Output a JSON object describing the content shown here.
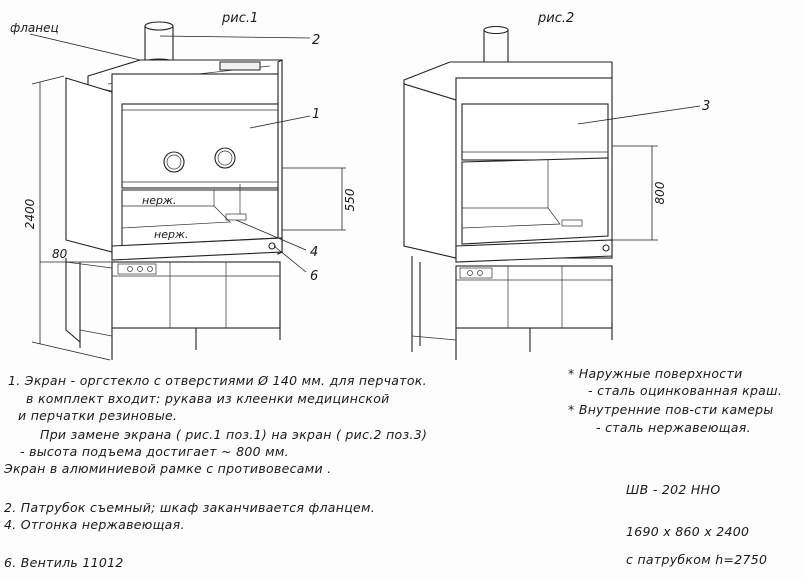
{
  "figure_labels": {
    "fig1": "рис.1",
    "fig2": "рис.2"
  },
  "callouts": {
    "flanges": "фланец",
    "c1": "1",
    "c2": "2",
    "c3": "3",
    "c4": "4",
    "c6": "6"
  },
  "dimensions": {
    "height_total": "2400",
    "depth_80": "80",
    "opening_550": "550",
    "opening_800": "800"
  },
  "interior_labels": {
    "stainless_upper": "нерж.",
    "stainless_lower": "нерж."
  },
  "notes": {
    "n1_l1": "1. Экран - оргстекло с отверстиями  Ø 140 мм. для перчаток.",
    "n1_l2": "в комплект входит: рукава из клеенки медицинской",
    "n1_l3": "и перчатки резиновые.",
    "n1_l4": "При замене экрана ( рис.1 поз.1) на экран ( рис.2 поз.3)",
    "n1_l5": "- высота подъема достигает ~ 800 мм.",
    "n1_l6": "Экран в алюминиевой рамке с противовесами .",
    "n2": "2. Патрубок съемный; шкаф заканчивается фланцем.",
    "n4": "4. Отгонка нержавеющая.",
    "n6": "6. Вентиль 11012"
  },
  "right_notes": {
    "r1_l1": "*  Наружные поверхности",
    "r1_l2": "- сталь оцинкованная краш.",
    "r2_l1": "*  Внутренние пов-сти камеры",
    "r2_l2": "- сталь нержавеющая."
  },
  "spec": {
    "model": "ШВ - 202 ННО",
    "size": "1690 х 860 х 2400",
    "with_pipe": "с патрубком  h=2750"
  }
}
